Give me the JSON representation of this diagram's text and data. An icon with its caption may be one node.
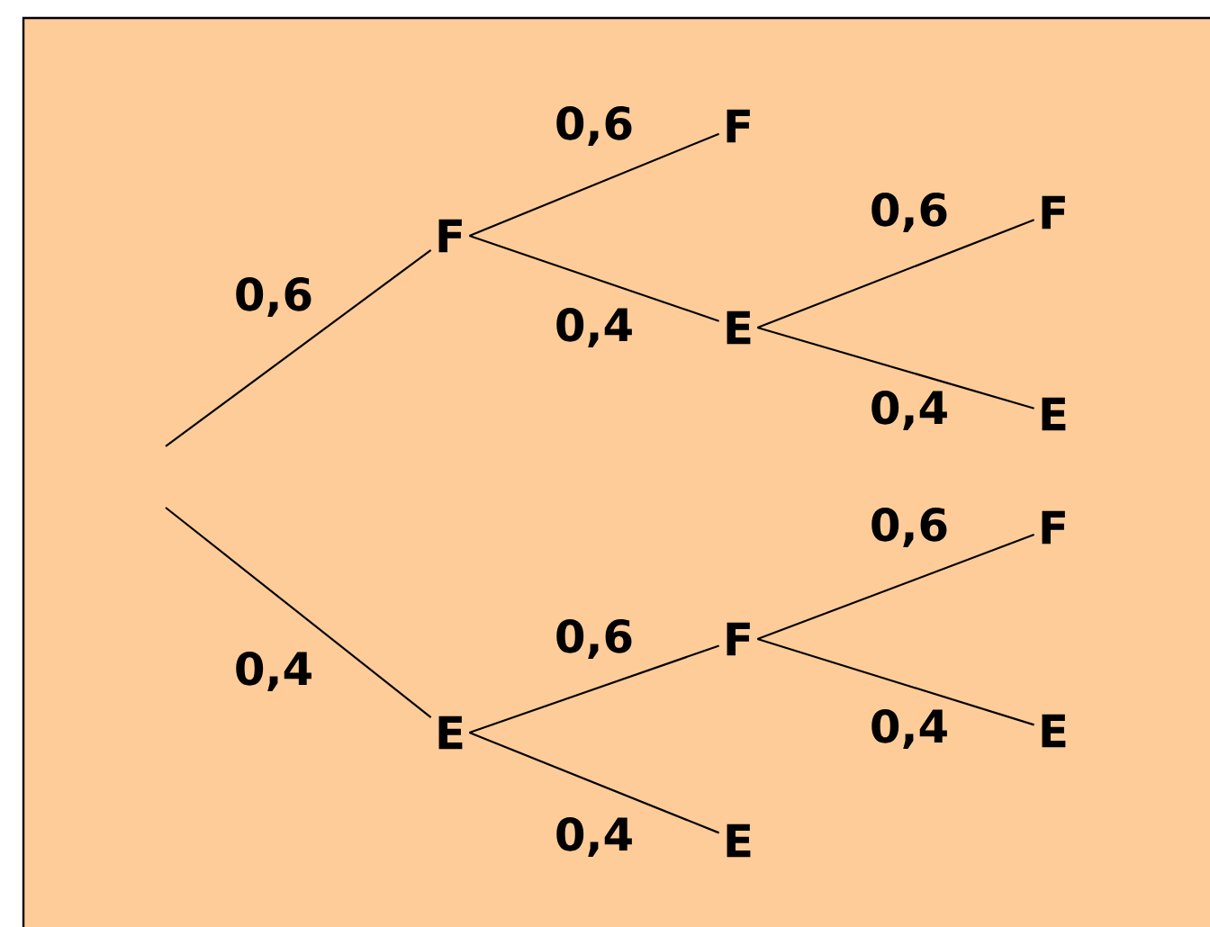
{
  "diagram": {
    "nodes": [
      {
        "text": [
          "F"
        ]
      },
      {
        "text": [
          "F"
        ]
      },
      {
        "text": [
          "E"
        ]
      },
      {
        "text": [
          "F"
        ]
      },
      {
        "text": [
          "E"
        ]
      },
      {
        "text": [
          "E"
        ]
      },
      {
        "text": [
          "F"
        ]
      },
      {
        "text": [
          "E"
        ]
      },
      {
        "text": [
          "F"
        ]
      },
      {
        "text": [
          "E"
        ]
      }
    ],
    "edges": [
      {
        "from": null,
        "to": 0,
        "arrow": "none",
        "label": "0,6"
      },
      {
        "from": null,
        "to": 5,
        "arrow": "none",
        "label": "0,4"
      },
      {
        "from": 0,
        "to": 1,
        "arrow": "none",
        "label": "0,6"
      },
      {
        "from": 0,
        "to": 2,
        "arrow": "none",
        "label": "0,4"
      },
      {
        "from": 2,
        "to": 3,
        "arrow": "none",
        "label": "0,6"
      },
      {
        "from": 2,
        "to": 4,
        "arrow": "none",
        "label": "0,4"
      },
      {
        "from": 5,
        "to": 6,
        "arrow": "none",
        "label": "0,6"
      },
      {
        "from": 5,
        "to": 7,
        "arrow": "none",
        "label": "0,4"
      },
      {
        "from": 6,
        "to": 8,
        "arrow": "none",
        "label": "0,6"
      },
      {
        "from": 6,
        "to": 9,
        "arrow": "none",
        "label": "0,4"
      }
    ]
  }
}
